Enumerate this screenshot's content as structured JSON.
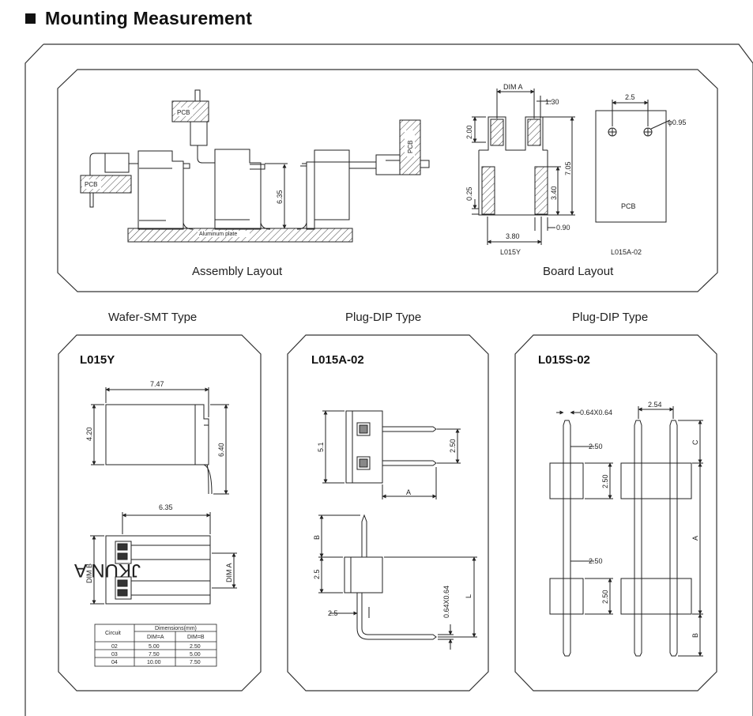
{
  "page_title": "Mounting Measurement",
  "assembly": {
    "caption": "Assembly Layout",
    "pcb_top": "PCB",
    "pcb_left": "PCB",
    "pcb_right": "PCB",
    "aluminum": "Aluminum plate",
    "height": "6.35"
  },
  "board": {
    "caption": "Board Layout",
    "dim_a": "DIM A",
    "d_130": "1.30",
    "d_200": "2.00",
    "d_705": "7.05",
    "d_340": "3.40",
    "d_025": "0.25",
    "d_380": "3.80",
    "d_090": "0.90",
    "left_name": "L015Y",
    "d_25": "2.5",
    "hole": "φ0.95",
    "pcb": "PCB",
    "right_name": "L015A-02"
  },
  "sections": [
    {
      "type": "Wafer-SMT Type",
      "model": "L015Y"
    },
    {
      "type": "Plug-DIP Type",
      "model": "L015A-02"
    },
    {
      "type": "Plug-DIP Type",
      "model": "L015S-02"
    }
  ],
  "wafer": {
    "d_747": "7.47",
    "d_420": "4.20",
    "d_640": "6.40",
    "d_635": "6.35",
    "dim_b": "DIM B",
    "dim_a": "DIM A",
    "brand": "JKUN A",
    "table": {
      "col_circuit": "Circuit",
      "col_dims": "Dimensions(mm)",
      "col_a": "DIM=A",
      "col_b": "DIM=B",
      "rows": [
        [
          "02",
          "5.00",
          "2.50"
        ],
        [
          "03",
          "7.50",
          "5.00"
        ],
        [
          "04",
          "10.00",
          "7.50"
        ]
      ]
    }
  },
  "plugA": {
    "d_51": "5.1",
    "d_250": "2.50",
    "a": "A",
    "b": "B",
    "d_25v": "2.5",
    "d_25h": "2.5",
    "pin": "0.64X0.64",
    "l": "L"
  },
  "plugS": {
    "pin": "0.64X0.64",
    "d_254": "2.54",
    "d_250a": "2.50",
    "d_250b": "2.50",
    "d_250c": "2.50",
    "d_250d": "2.50",
    "c": "C",
    "a": "A",
    "b": "B"
  }
}
